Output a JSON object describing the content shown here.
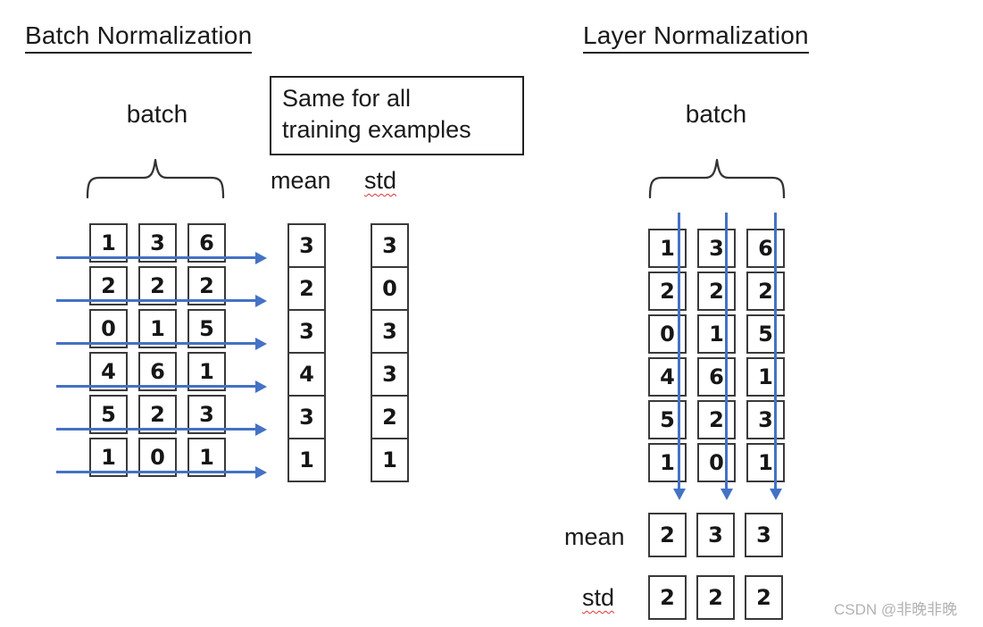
{
  "colors": {
    "arrow_blue": "#4472C4",
    "border_dark": "#3a3a3a",
    "text_dark": "#1a1a1a",
    "watermark_gray": "#b2b2b2",
    "squiggle_red": "#e03636"
  },
  "batch_norm": {
    "title": "Batch Normalization",
    "batch_label": "batch",
    "note_box": "Same for all\ntraining examples",
    "mean_label": "mean",
    "std_label": "std",
    "grid_rows_note": "row-major rows: [1,3,6],[2,2,2],[0,1,5],[4,6,1],[5,2,3],[1,0,1]",
    "grid_columns": [
      [
        1,
        2,
        0,
        4,
        5,
        1
      ],
      [
        3,
        2,
        1,
        6,
        2,
        0
      ],
      [
        6,
        2,
        5,
        1,
        3,
        1
      ]
    ],
    "mean_values": [
      3,
      2,
      3,
      4,
      3,
      1
    ],
    "std_values": [
      3,
      0,
      3,
      3,
      2,
      1
    ]
  },
  "layer_norm": {
    "title": "Layer Normalization",
    "batch_label": "batch",
    "mean_label": "mean",
    "std_label": "std",
    "grid_columns": [
      [
        1,
        2,
        0,
        4,
        5,
        1
      ],
      [
        3,
        2,
        1,
        6,
        2,
        0
      ],
      [
        6,
        2,
        5,
        1,
        3,
        1
      ]
    ],
    "mean_values": [
      2,
      3,
      3
    ],
    "std_values": [
      2,
      2,
      2
    ]
  },
  "watermark": "CSDN @非晚非晚"
}
